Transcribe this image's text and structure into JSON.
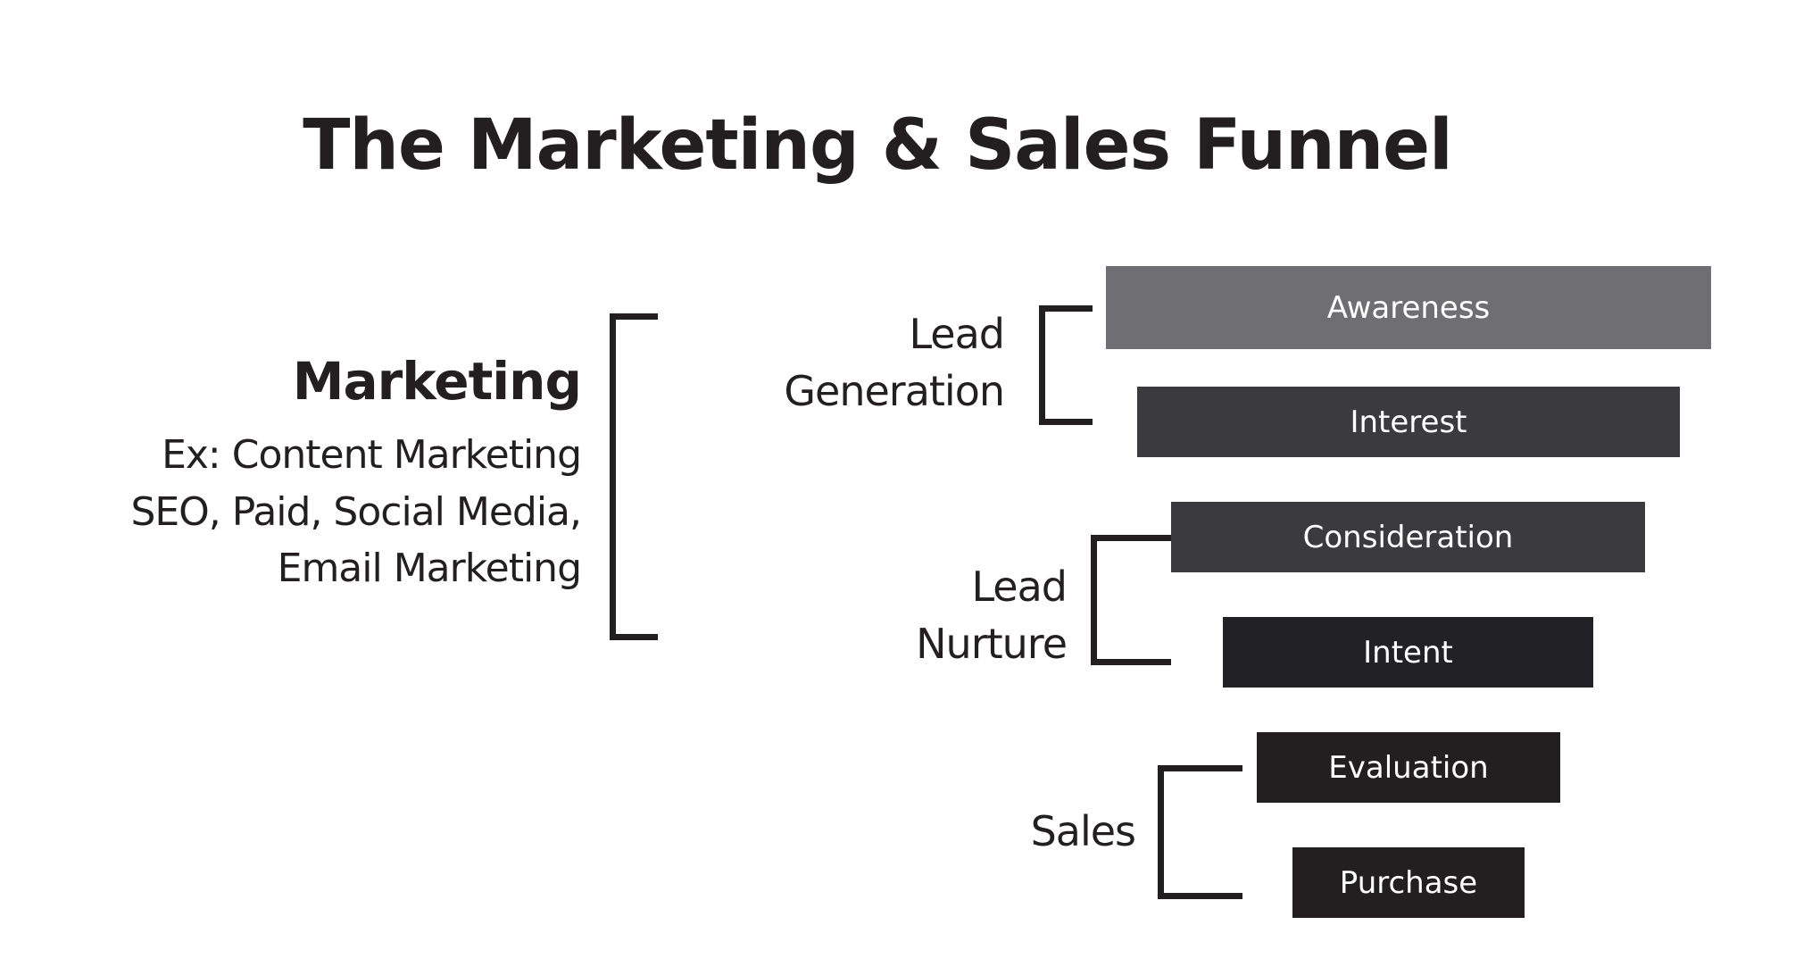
{
  "title": "The Marketing & Sales Funnel",
  "marketing": {
    "heading": "Marketing",
    "examples": [
      "Ex: Content Marketing",
      "SEO, Paid, Social Media,",
      "Email Marketing"
    ]
  },
  "groups": [
    {
      "lines": [
        "Lead",
        "Generation"
      ]
    },
    {
      "lines": [
        "Lead",
        "Nurture"
      ]
    },
    {
      "lines": [
        "Sales"
      ]
    }
  ],
  "stages": [
    {
      "label": "Awareness",
      "color": "#6e6e73"
    },
    {
      "label": "Interest",
      "color": "#3a3a3f"
    },
    {
      "label": "Consideration",
      "color": "#3a3a3f"
    },
    {
      "label": "Intent",
      "color": "#212126"
    },
    {
      "label": "Evaluation",
      "color": "#231f20"
    },
    {
      "label": "Purchase",
      "color": "#231f20"
    }
  ]
}
